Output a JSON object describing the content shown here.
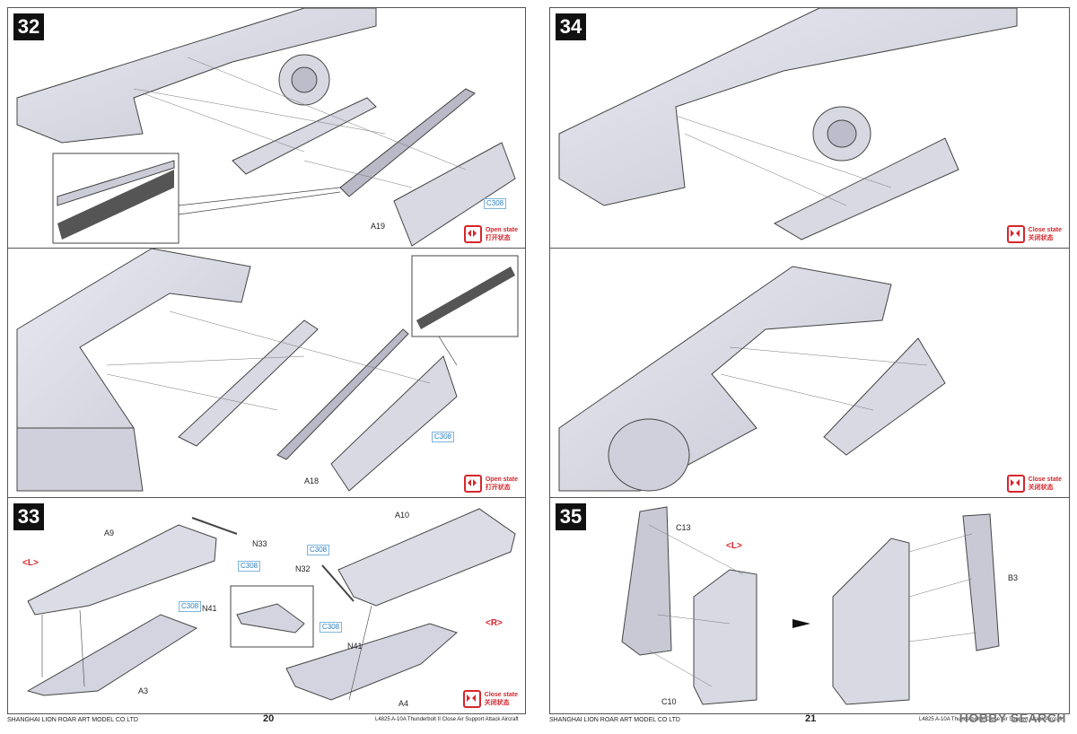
{
  "steps": {
    "s32": "32",
    "s33": "33",
    "s34": "34",
    "s35": "35"
  },
  "states": {
    "open_en": "Open state",
    "open_zh": "打开状态",
    "close_en": "Close state",
    "close_zh": "关闭状态"
  },
  "parts": {
    "a19": "A19",
    "a18": "A18",
    "a9": "A9",
    "a3": "A3",
    "a10": "A10",
    "a4": "A4",
    "n33": "N33",
    "n41": "N41",
    "n32": "N32",
    "c13": "C13",
    "c10": "C10",
    "b3": "B3"
  },
  "paint": {
    "c308": "C308"
  },
  "sides": {
    "left": "<L>",
    "right": "<R>"
  },
  "footer": {
    "company": "SHANGHAI LION ROAR ART MODEL CO LTD",
    "product": "L4825 A-10A Thunderbolt II Close Air Support Attack Aircraft",
    "page_left": "20",
    "page_right": "21"
  },
  "watermark": "HOBBY SEARCH"
}
